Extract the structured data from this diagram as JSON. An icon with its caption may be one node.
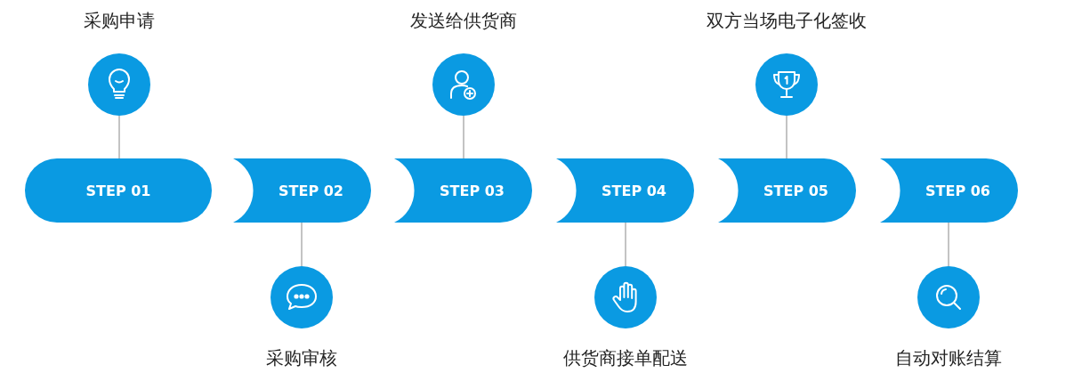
{
  "diagram": {
    "nodes": [
      {
        "text": [
          "STEP 01"
        ]
      },
      {
        "text": [
          "STEP 02"
        ]
      },
      {
        "text": [
          "STEP 03"
        ]
      },
      {
        "text": [
          "STEP 04"
        ]
      },
      {
        "text": [
          "STEP 05"
        ]
      },
      {
        "text": [
          "STEP 06"
        ]
      },
      {
        "text": [
          "采购申请"
        ]
      },
      {
        "text": [
          "采购审核"
        ]
      },
      {
        "text": [
          "发送给供货商"
        ]
      },
      {
        "text": [
          "供货商接单配送"
        ]
      },
      {
        "text": [
          "双方当场电子化签收"
        ]
      },
      {
        "text": [
          "自动对账结算"
        ]
      }
    ],
    "edges": [
      {
        "from": 0,
        "to": 6,
        "arrow": "none"
      },
      {
        "from": 1,
        "to": 7,
        "arrow": "none"
      },
      {
        "from": 2,
        "to": 8,
        "arrow": "none"
      },
      {
        "from": 3,
        "to": 9,
        "arrow": "none"
      },
      {
        "from": 4,
        "to": 10,
        "arrow": "none"
      },
      {
        "from": 5,
        "to": 11,
        "arrow": "none"
      }
    ]
  }
}
